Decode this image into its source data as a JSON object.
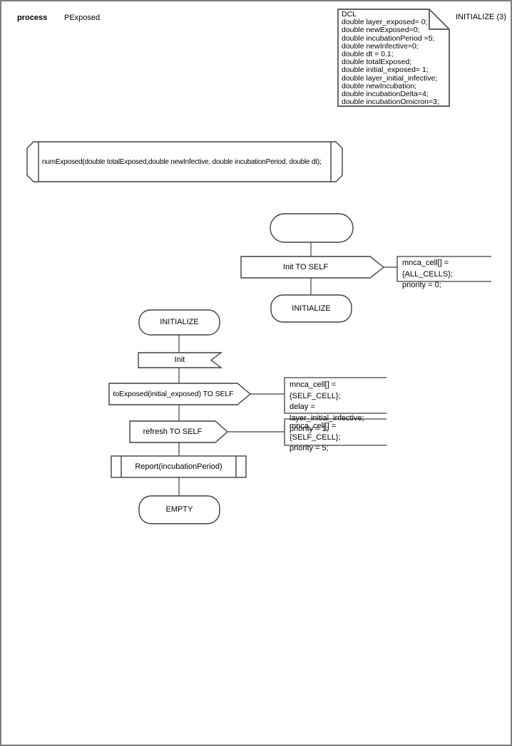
{
  "header": {
    "kind_label": "process",
    "process_name": "PExposed",
    "page_ref": "INITIALIZE (3)"
  },
  "declarations": {
    "text": "DCL\ndouble layer_exposed= 0;\ndouble newExposed=0;\ndouble incubationPeriod =5;\ndouble newInfective=0;\ndouble dt = 0.1;\ndouble totalExposed;\ndouble initial_exposed= 1;\ndouble layer_initial_infective;\ndouble newIncubation;\ndouble incubationDelta=4;\ndouble incubationOmicron=3;"
  },
  "procedure_declaration": {
    "text": "numExposed(double totalExposed,double newInfective, double incubationPeriod, double dt);"
  },
  "start_flow": {
    "output_label": "Init TO SELF",
    "output_comment": "mnca_cell[] = {ALL_CELLS};\npriority = 0;",
    "next_state": "INITIALIZE"
  },
  "initialize_flow": {
    "state": "INITIALIZE",
    "input_signal": "Init",
    "output_toexposed": "toExposed(initial_exposed) TO SELF",
    "output_toexposed_comment": "mnca_cell[] = {SELF_CELL};\ndelay = layer_initial_infective;\npriority = 1;",
    "output_refresh": "refresh TO SELF",
    "output_refresh_comment": "mnca_cell[] = {SELF_CELL};\npriority = 5;",
    "procedure_call": "Report(incubationPeriod)",
    "end_state": "EMPTY"
  }
}
